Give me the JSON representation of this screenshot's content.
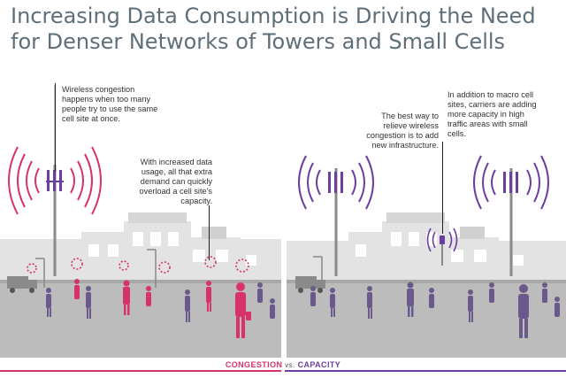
{
  "title": "Increasing Data Consumption is Driving the Need for Denser Networks of Towers and Small Cells",
  "left_panel": {
    "note_congestion": "Wireless congestion happens when too many people try to use the same cell site at once.",
    "note_demand": "With increased data usage, all that extra demand can quickly overload a cell site's capacity."
  },
  "right_panel": {
    "note_relieve": "The best way to relieve wireless congestion is to add new infrastructure.",
    "note_small_cells": "In addition to macro cell sites, carriers are adding more capacity in high traffic areas with small cells."
  },
  "legend": {
    "congestion": "CONGESTION",
    "vs": "vs.",
    "capacity": "CAPACITY"
  },
  "colors": {
    "congestion": "#d6336c",
    "capacity": "#6b3fa0",
    "neutral_person": "#6a5a8c",
    "ground": "#bdbdbd",
    "building": "#e1e1e1"
  }
}
